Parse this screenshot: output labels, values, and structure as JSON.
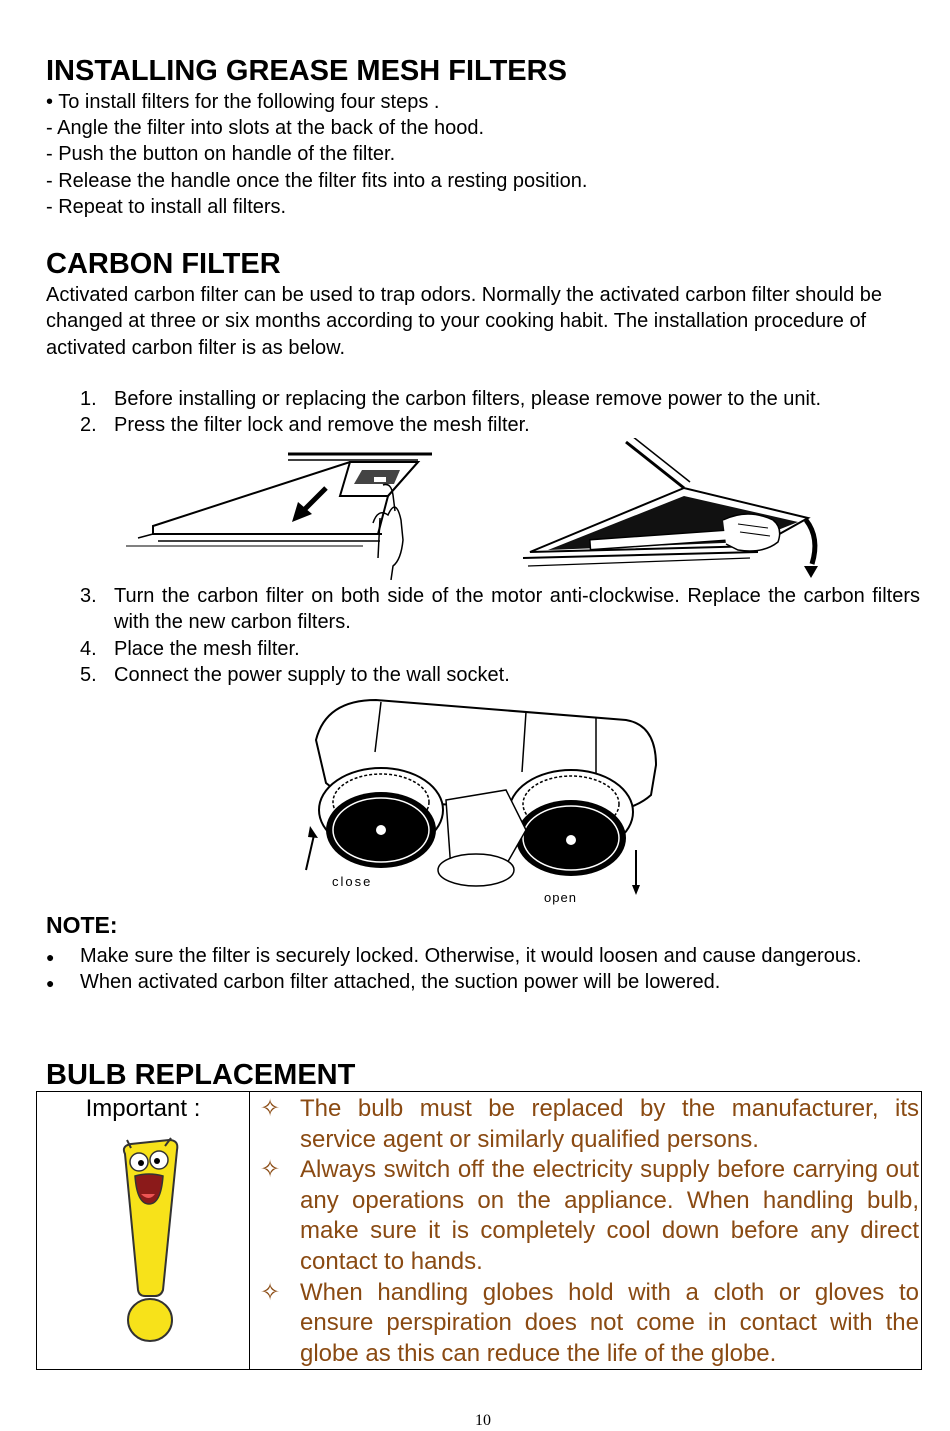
{
  "section1": {
    "heading": "INSTALLING GREASE MESH FILTERS",
    "lines": [
      "• To install filters for the following four steps .",
      "- Angle the filter into slots at the back of the hood.",
      "- Push the button on handle of the filter.",
      "- Release the handle once the filter fits into a resting position.",
      "- Repeat to install all filters."
    ]
  },
  "section2": {
    "heading": "CARBON FILTER",
    "intro": "Activated carbon filter can be used to trap odors. Normally the activated carbon filter should be changed at three or six months according to your cooking habit. The installation procedure of activated carbon filter is as below.",
    "steps_a": [
      {
        "num": "1.",
        "text": "Before installing or replacing the carbon filters, please remove power to the unit."
      },
      {
        "num": "2.",
        "text": "Press the filter lock and remove the mesh filter."
      }
    ],
    "steps_b": [
      {
        "num": "3.",
        "text": "Turn the carbon filter on both side of the motor anti-clockwise. Replace the carbon filters with the new carbon filters."
      },
      {
        "num": "4.",
        "text": "Place the mesh filter."
      },
      {
        "num": "5.",
        "text": "Connect the power supply to the wall socket."
      }
    ],
    "diagram_labels": {
      "close": "close",
      "open": "open"
    }
  },
  "note": {
    "heading": "NOTE:",
    "items": [
      "Make sure the filter is securely locked. Otherwise, it would loosen and cause dangerous.",
      "When activated carbon filter attached, the suction power will be lowered."
    ]
  },
  "section3": {
    "heading": "BULB REPLACEMENT",
    "important_label": "Important :",
    "items": [
      "The bulb must be replaced by the manufacturer, its service agent or similarly qualified persons.",
      "Always switch off the electricity supply before carrying out any operations on the appliance. When handling bulb, make sure it is completely cool down before any direct contact to hands.",
      "When handling globes hold with a cloth or gloves to ensure perspiration does not come in contact with the globe as this can reduce the life of the globe."
    ],
    "item_color": "#8a4a12",
    "star_icon": "four-point-star-outline-icon"
  },
  "page_number": "10"
}
